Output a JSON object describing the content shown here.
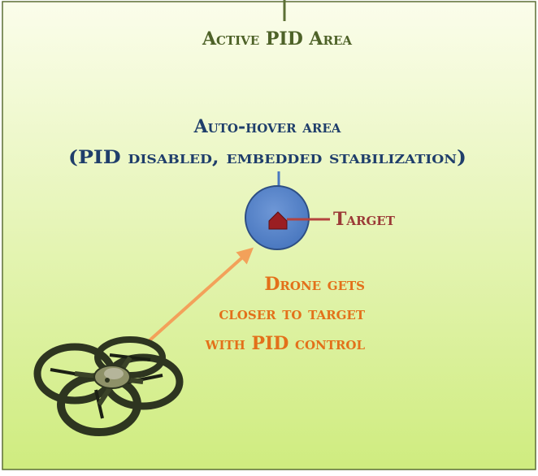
{
  "diagram": {
    "active_area_title": "Active PID Area",
    "auto_hover": {
      "line1": "Auto-hover area",
      "line2": "(PID disabled, embedded stabilization)"
    },
    "target_label": "Target",
    "drone_caption": {
      "line1": "Drone gets",
      "line2": "closer to target",
      "line3": "with PID control"
    }
  },
  "colors": {
    "area_gradient_top": "#fbfdeb",
    "area_gradient_bottom": "#cfec7f",
    "area_border": "#5c6f35",
    "active_title": "#4e6228",
    "hover_text": "#1f3e6b",
    "hover_circle": "#4a78c0",
    "hover_circle_border": "#2d4e84",
    "target_marker": "#9a1e22",
    "target_text": "#9b3a37",
    "target_line": "#b4433e",
    "drone_text": "#e3701a",
    "arrow": "#f3a15a",
    "drone_body": "#2e3520"
  },
  "icons": {
    "target": "house-marker-icon",
    "drone": "quadcopter-icon",
    "arrow": "arrow-icon"
  }
}
